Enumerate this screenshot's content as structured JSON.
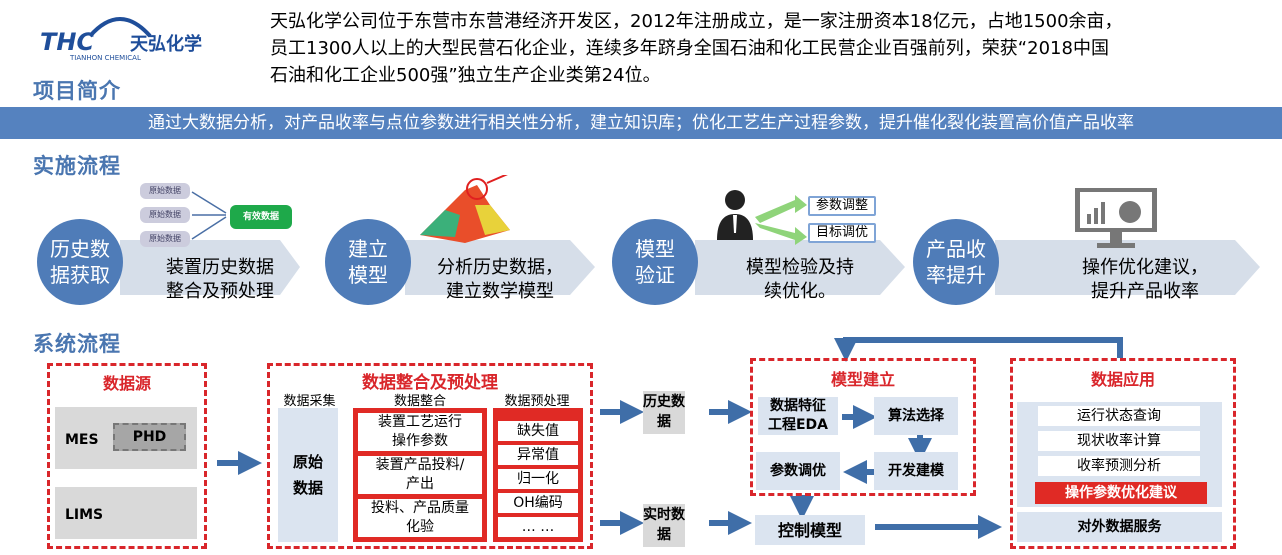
{
  "logo": {
    "mark": "THC",
    "name": "天弘化学",
    "sub": "TIANHON CHEMICAL"
  },
  "intro_lines": [
    "天弘化学公司位于东营市东营港经济开发区，2012年注册成立，是一家注册资本18亿元，占地1500余亩，",
    "员工1300人以上的大型民营石化企业，连续多年跻身全国石油和化工民营企业百强前列，荣获“2018中国",
    "石油和化工企业500强”独立生产企业类第24位。"
  ],
  "sections": {
    "intro": "项目简介",
    "implementation": "实施流程",
    "system": "系统流程"
  },
  "banner": "通过大数据分析，对产品收率与点位参数进行相关性分析，建立知识库；优化工艺生产过程参数，提升催化裂化装置高价值产品收率",
  "process": [
    {
      "circle": [
        "历史数",
        "据获取"
      ],
      "desc": [
        "装置历史数据",
        "整合及预处理"
      ]
    },
    {
      "circle": [
        "建立",
        "模型"
      ],
      "desc": [
        "分析历史数据，",
        "建立数学模型"
      ]
    },
    {
      "circle": [
        "模型",
        "验证"
      ],
      "desc": [
        "模型检验及持",
        "续优化。"
      ]
    },
    {
      "circle": [
        "产品收",
        "率提升"
      ],
      "desc": [
        "操作优化建议，",
        "提升产品收率"
      ]
    }
  ],
  "icons": {
    "raw_data": "原始数据",
    "valid_data": "有效数据",
    "param_adjust": "参数调整",
    "target_tune": "目标调优"
  },
  "system": {
    "source": {
      "title": "数据源",
      "mes": "MES",
      "phd": "PHD",
      "lims": "LIMS"
    },
    "integration": {
      "title": "数据整合及预处理",
      "col1": "数据采集",
      "col2": "数据整合",
      "col3": "数据预处理",
      "raw": "原始数据",
      "items": [
        "装置工艺运行操作参数",
        "装置产品投料/产出",
        "投料、产品质量化验"
      ],
      "pre": [
        "缺失值",
        "异常值",
        "归一化",
        "OH编码",
        "… …"
      ]
    },
    "history": "历史数据",
    "realtime": "实时数据",
    "model": {
      "title": "模型建立",
      "eda": "数据特征工程EDA",
      "algo": "算法选择",
      "dev": "开发建模",
      "tune": "参数调优"
    },
    "control": "控制模型",
    "app": {
      "title": "数据应用",
      "items": [
        "运行状态查询",
        "现状收率计算",
        "收率预测分析"
      ],
      "highlight": "操作参数优化建议",
      "external": "对外数据服务"
    }
  },
  "colors": {
    "blue": "#4f7cb8",
    "red": "#d9262b",
    "arrow": "#3f6ea8"
  }
}
